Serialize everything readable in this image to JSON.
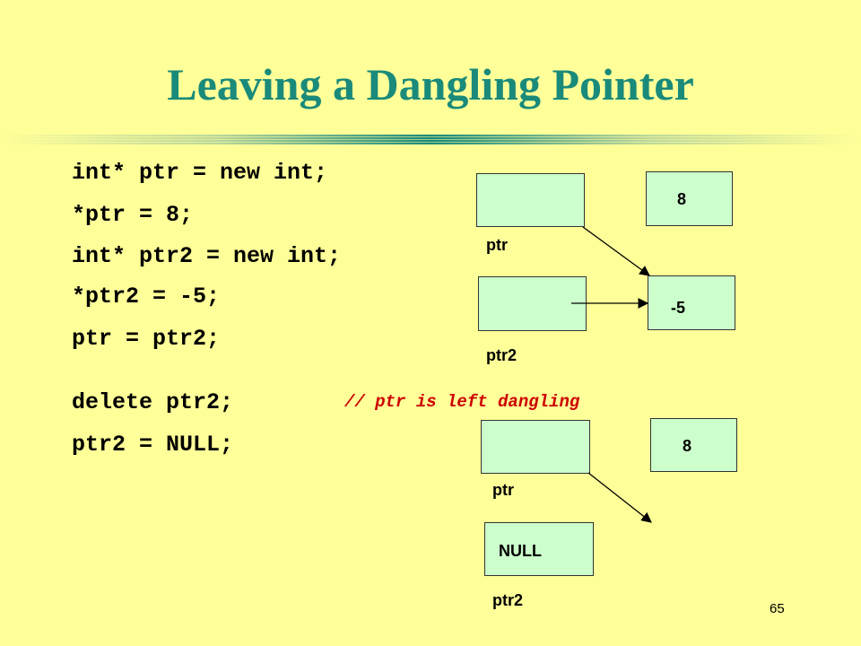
{
  "slide": {
    "title": "Leaving a Dangling Pointer",
    "page_number": "65"
  },
  "code": {
    "lines": [
      "int* ptr = new int;",
      "*ptr = 8;",
      "int* ptr2 = new int;",
      "*ptr2 = -5;",
      "ptr = ptr2;",
      "delete ptr2;",
      "ptr2 = NULL;"
    ],
    "comment": "// ptr is left dangling"
  },
  "diagram_before": {
    "ptr_label": "ptr",
    "ptr2_label": "ptr2",
    "heap_value_1": "8",
    "heap_value_2": "-5"
  },
  "diagram_after": {
    "ptr_label": "ptr",
    "ptr2_label": "ptr2",
    "ptr2_value": "NULL",
    "heap_value_1": "8"
  },
  "colors": {
    "background": "#ffff99",
    "title": "#1a8a7a",
    "comment": "#cc0000",
    "box_fill": "#ccffcc"
  }
}
